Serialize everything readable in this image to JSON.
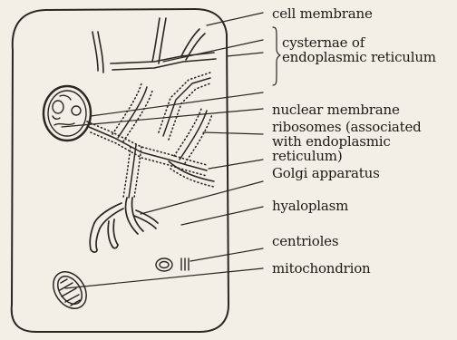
{
  "diagram": {
    "labels": {
      "cell_membrane": "cell membrane",
      "cysternae_line1": "cysternae of",
      "cysternae_line2": "endoplasmic reticulum",
      "nuclear_membrane": "nuclear membrane",
      "ribosomes_line1": "ribosomes (associated",
      "ribosomes_line2": "with endoplasmic",
      "ribosomes_line3": "reticulum)",
      "golgi": "Golgi apparatus",
      "hyaloplasm": "hyaloplasm",
      "centrioles": "centrioles",
      "mitochondrion": "mitochondrion"
    },
    "colors": {
      "ink": "#2a2623",
      "paper": "#f3efe7"
    }
  }
}
